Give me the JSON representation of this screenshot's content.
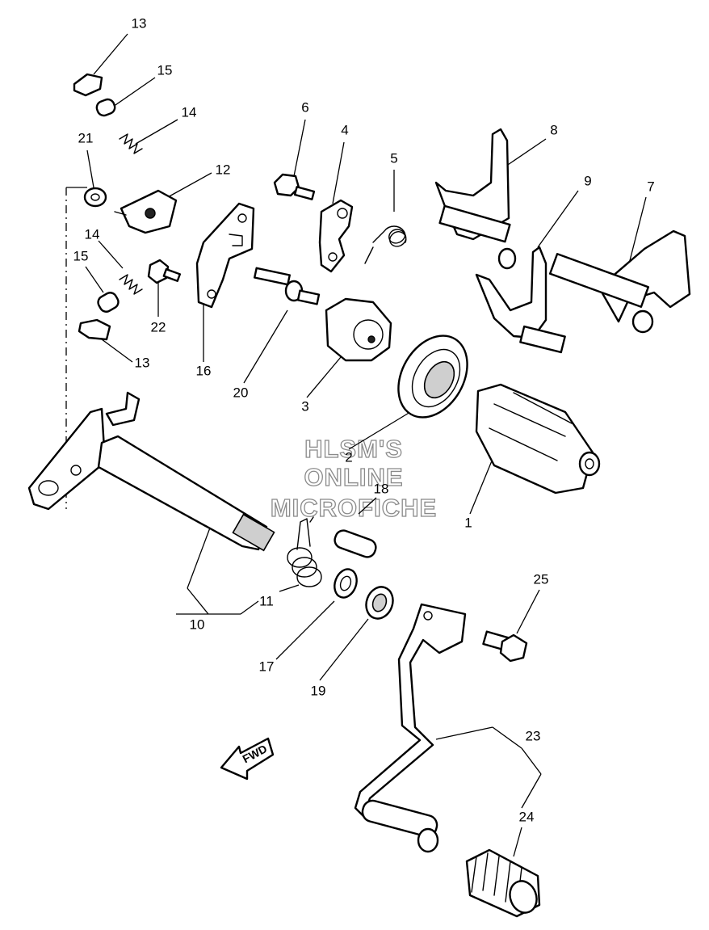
{
  "watermark": {
    "line1": "HLSM'S",
    "line2": "ONLINE",
    "line3": "MICROFICHE"
  },
  "direction_arrow": {
    "label": "FWD",
    "icon": "fwd-arrow-icon"
  },
  "callouts": [
    {
      "id": "c13a",
      "text": "13"
    },
    {
      "id": "c15a",
      "text": "15"
    },
    {
      "id": "c14a",
      "text": "14"
    },
    {
      "id": "c21",
      "text": "21"
    },
    {
      "id": "c12",
      "text": "12"
    },
    {
      "id": "c14b",
      "text": "14"
    },
    {
      "id": "c15b",
      "text": "15"
    },
    {
      "id": "c22",
      "text": "22"
    },
    {
      "id": "c13b",
      "text": "13"
    },
    {
      "id": "c16",
      "text": "16"
    },
    {
      "id": "c6",
      "text": "6"
    },
    {
      "id": "c4",
      "text": "4"
    },
    {
      "id": "c5",
      "text": "5"
    },
    {
      "id": "c8",
      "text": "8"
    },
    {
      "id": "c9",
      "text": "9"
    },
    {
      "id": "c7",
      "text": "7"
    },
    {
      "id": "c20",
      "text": "20"
    },
    {
      "id": "c3",
      "text": "3"
    },
    {
      "id": "c2",
      "text": "2"
    },
    {
      "id": "c18",
      "text": "18"
    },
    {
      "id": "c1",
      "text": "1"
    },
    {
      "id": "c10",
      "text": "10"
    },
    {
      "id": "c11",
      "text": "11"
    },
    {
      "id": "c17",
      "text": "17"
    },
    {
      "id": "c19",
      "text": "19"
    },
    {
      "id": "c25",
      "text": "25"
    },
    {
      "id": "c23",
      "text": "23"
    },
    {
      "id": "c24",
      "text": "24"
    }
  ]
}
